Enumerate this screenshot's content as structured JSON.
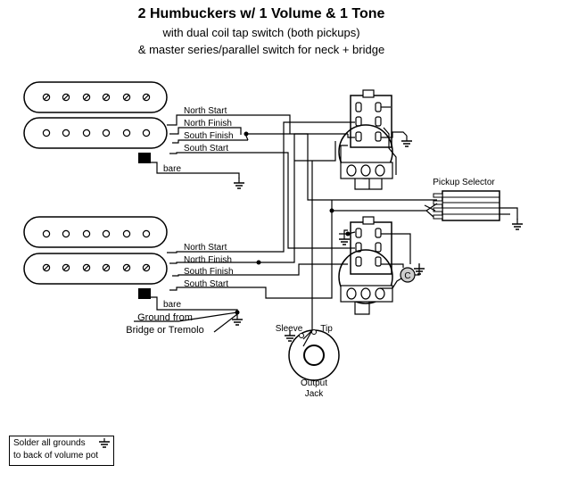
{
  "title": "2 Humbuckers w/ 1 Volume & 1 Tone",
  "subtitle_1": "with dual coil tap switch (both pickups)",
  "subtitle_2": "& master series/parallel switch for neck + bridge",
  "neck_leads": [
    "North Start",
    "North Finish",
    "South Finish",
    "South Start"
  ],
  "bridge_leads": [
    "North Start",
    "North Finish",
    "South Finish",
    "South Start"
  ],
  "bare_label": "bare",
  "ground_label_1": "Ground from",
  "ground_label_2": "Bridge or Tremolo",
  "pickup_selector_label": "Pickup Selector",
  "jack_sleeve_label": "Sleeve",
  "jack_tip_label": "Tip",
  "jack_label_1": "Output",
  "jack_label_2": "Jack",
  "capacitor_label": "C",
  "note_line_1": "Solder all grounds",
  "note_line_2": "to back of volume pot"
}
